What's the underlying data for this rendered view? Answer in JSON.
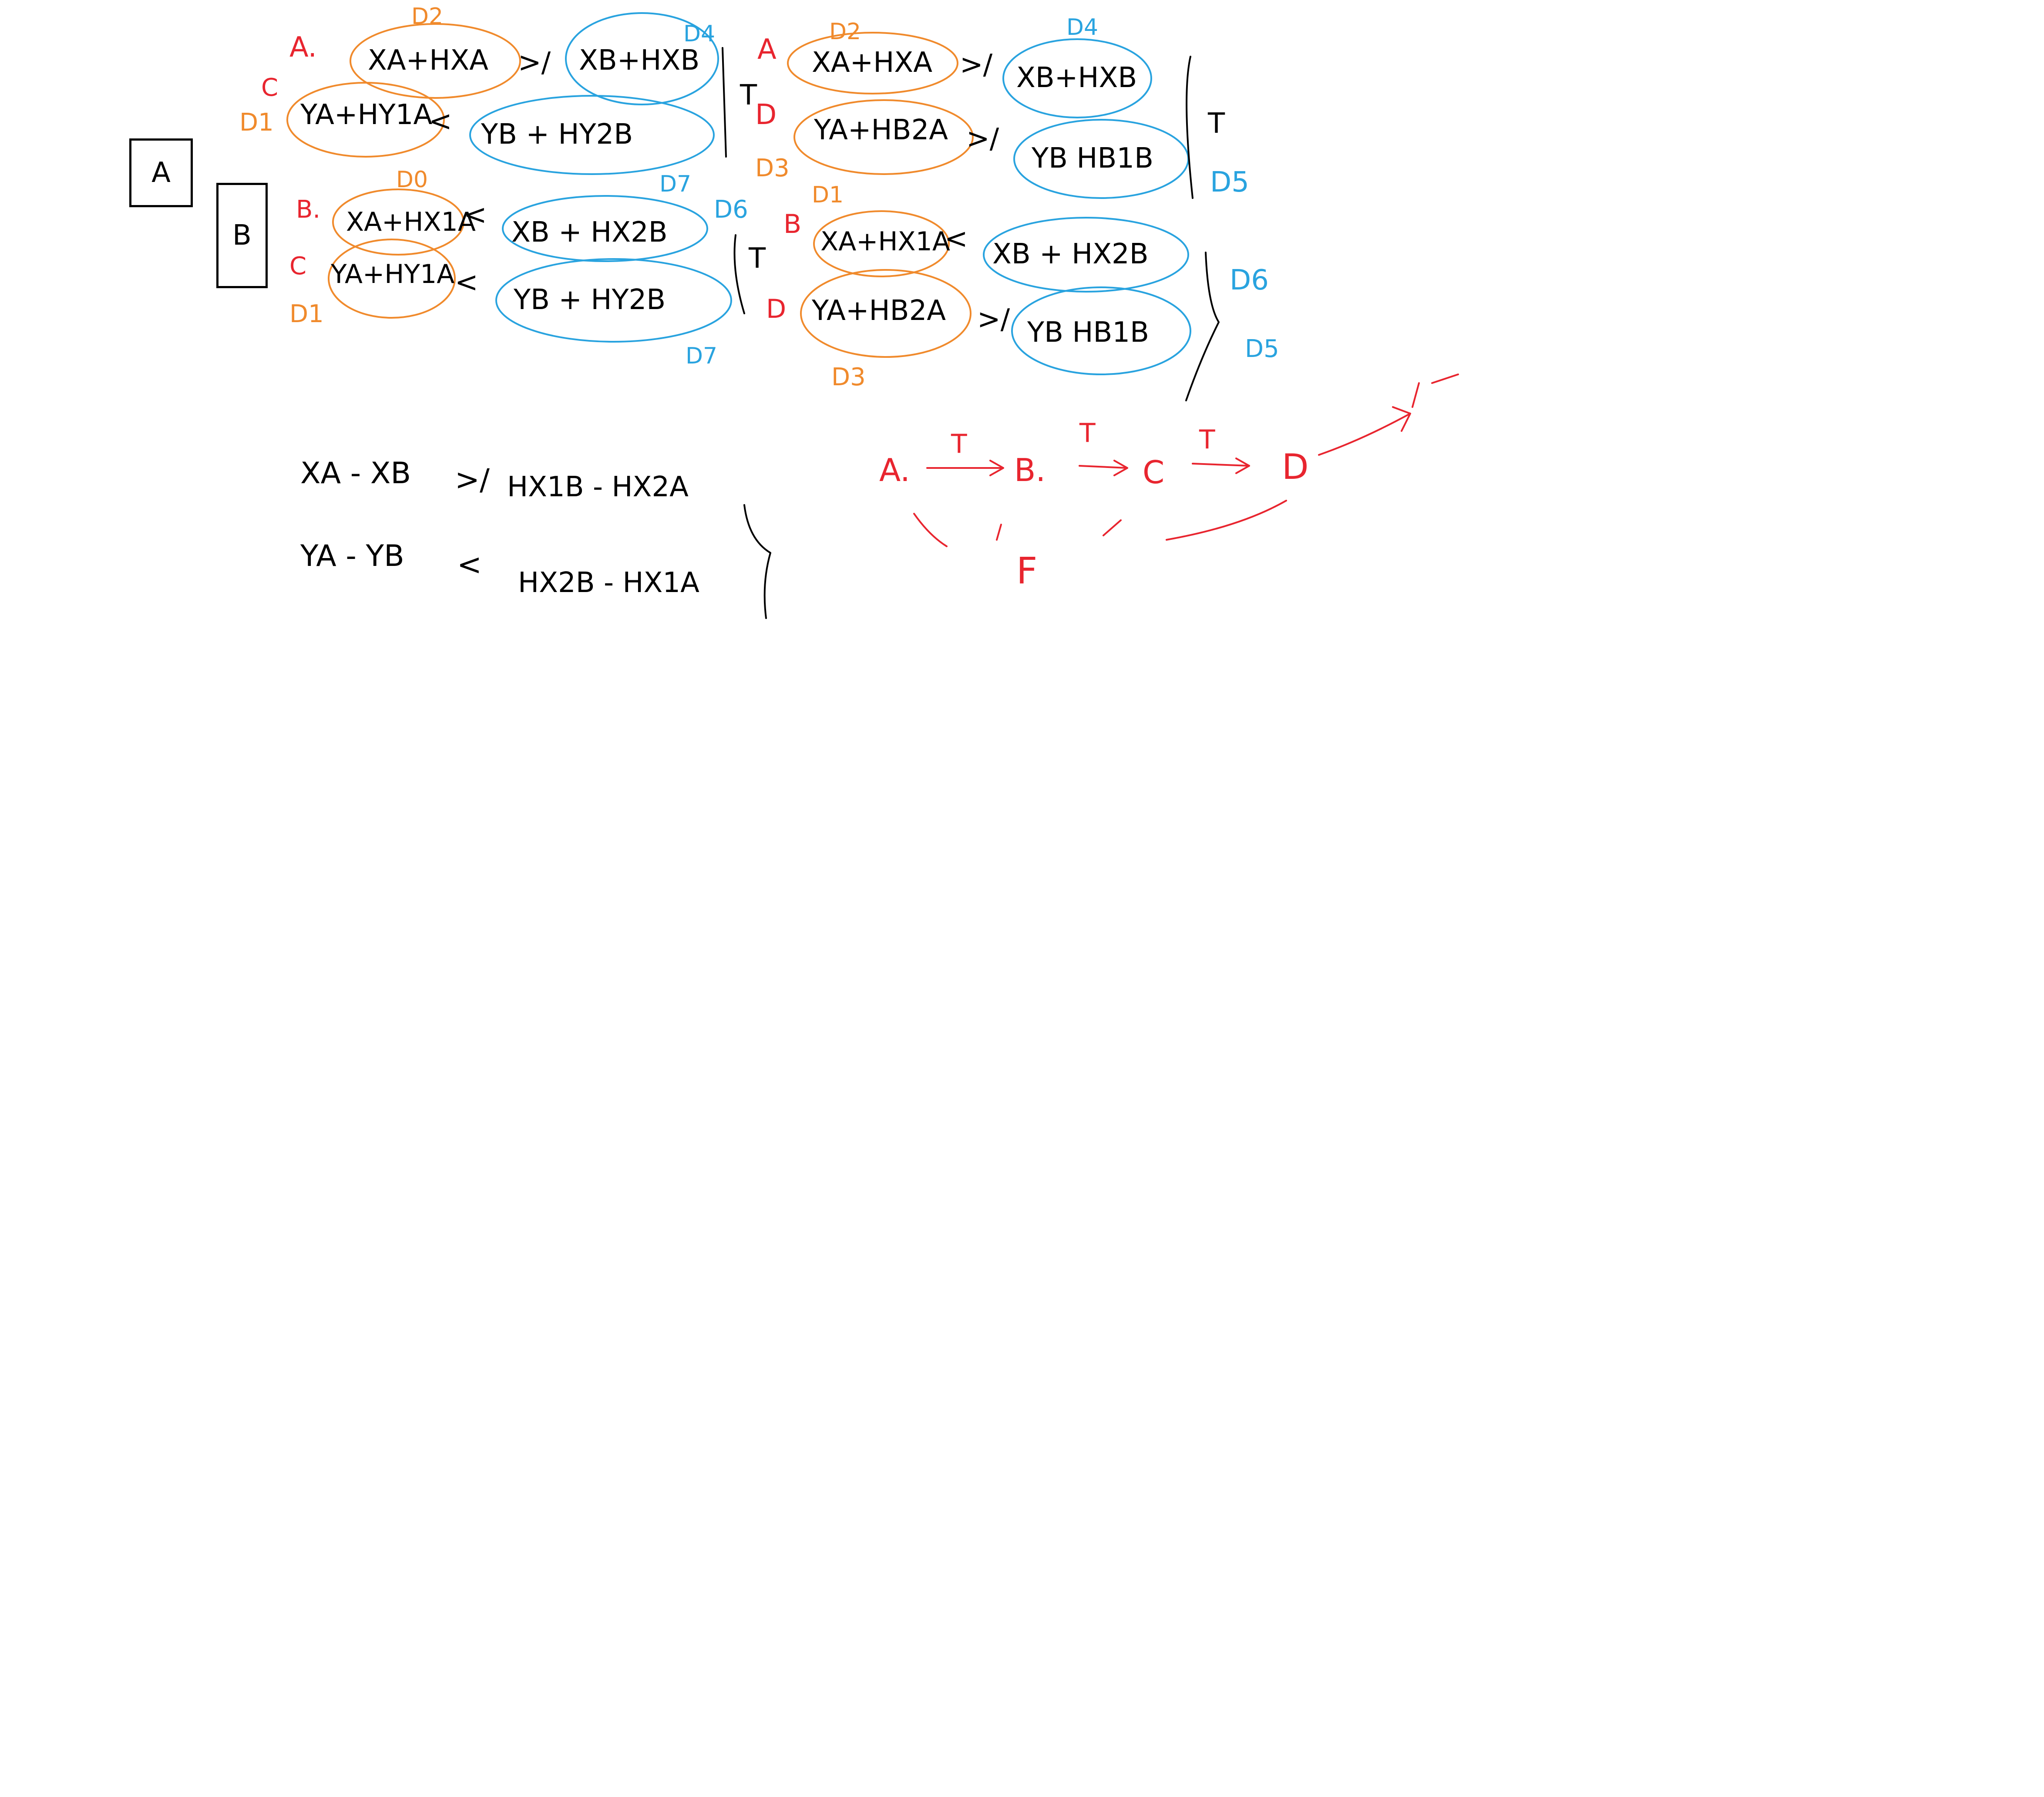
{
  "boxes": {
    "a_label": "A",
    "b_label": "B"
  },
  "colors": {
    "ink": "#000000",
    "red": "#e8252f",
    "orange": "#f08a2c",
    "blue": "#29a3df"
  },
  "block_left_top": {
    "label_a": "A.",
    "label_c": "C",
    "label_d1": "D1",
    "label_d2": "D2",
    "label_d4": "D4",
    "label_d7": "D7",
    "label_t": "T",
    "label_d": "D",
    "expr_top_left": "XA+HXA",
    "op_top": ">/",
    "expr_top_right": "XB+HXB",
    "expr_bottom_left": "YA+HY1A",
    "op_bottom": "<",
    "expr_bottom_right": "YB + HY2B"
  },
  "block_right_top": {
    "label_a": "A",
    "label_d2": "D2",
    "label_d4": "D4",
    "label_d3": "D3",
    "label_d5": "D5",
    "label_t": "T",
    "expr_top_left": "XA+HXA",
    "op_top": ">/",
    "expr_top_right": "XB+HXB",
    "expr_bottom_left": "YA+HB2A",
    "op_bottom": ">/",
    "expr_bottom_right": "YB HB1B"
  },
  "block_left_bottom": {
    "label_b": "B.",
    "label_c": "C",
    "label_d0": "D0",
    "label_d6": "D6",
    "label_d1": "D1",
    "label_d7": "D7",
    "label_t": "T",
    "expr_top_left": "XA+HX1A",
    "op_top": "<",
    "expr_top_right": "XB + HX2B",
    "expr_bottom_left": "YA+HY1A",
    "op_bottom": "<",
    "expr_bottom_right": "YB + HY2B"
  },
  "block_right_bottom": {
    "label_b": "B",
    "label_d1": "D1",
    "label_d": "D",
    "label_d3": "D3",
    "label_d6": "D6",
    "label_d5": "D5",
    "expr_top_left": "XA+HX1A",
    "op_top": "<",
    "expr_top_right": "XB + HX2B",
    "expr_bottom_left": "YA+HB2A",
    "op_bottom": ">/",
    "expr_bottom_right": "YB HB1B"
  },
  "derivation": {
    "line1_left": "XA - XB",
    "line1_op": ">/",
    "line1_right": "HX1B - HX2A",
    "line2_left": "YA - YB",
    "line2_op": "<",
    "line2_right": "HX2B - HX1A"
  },
  "flow": {
    "node_a": "A.",
    "node_b": "B.",
    "node_c": "C",
    "node_d": "D",
    "node_f": "F",
    "edge_ab": "T",
    "edge_bc": "T",
    "edge_cd": "T"
  }
}
